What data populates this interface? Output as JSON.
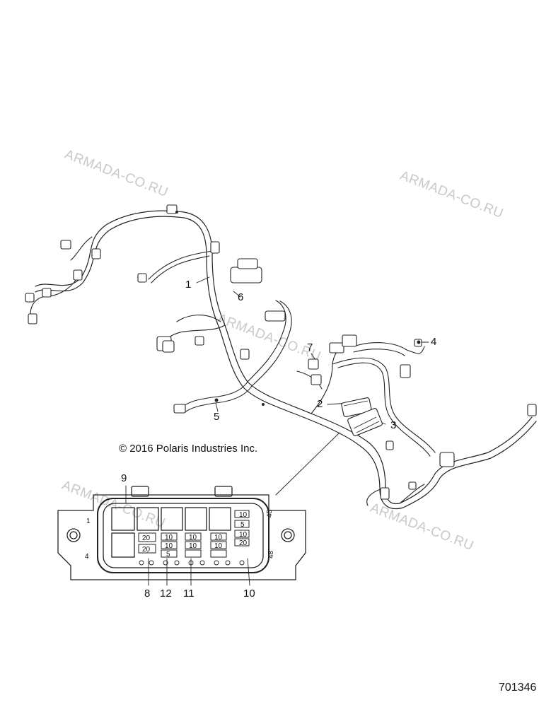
{
  "callouts": [
    "1",
    "2",
    "3",
    "4",
    "5",
    "6",
    "7",
    "8",
    "9",
    "10",
    "11",
    "12"
  ],
  "copyright": "© 2016 Polaris Industries Inc.",
  "figure_number": "701346",
  "watermark": "ARMADA-CO.RU",
  "fuse_labels": {
    "small": [
      "10",
      "5",
      "10",
      "20",
      "10",
      "10",
      "10",
      "10",
      "5",
      "10",
      "10"
    ],
    "mini": [
      "20",
      "20"
    ]
  },
  "box_marks": {
    "top": "45",
    "bottom": "48",
    "side": "1",
    "lower": "4"
  }
}
